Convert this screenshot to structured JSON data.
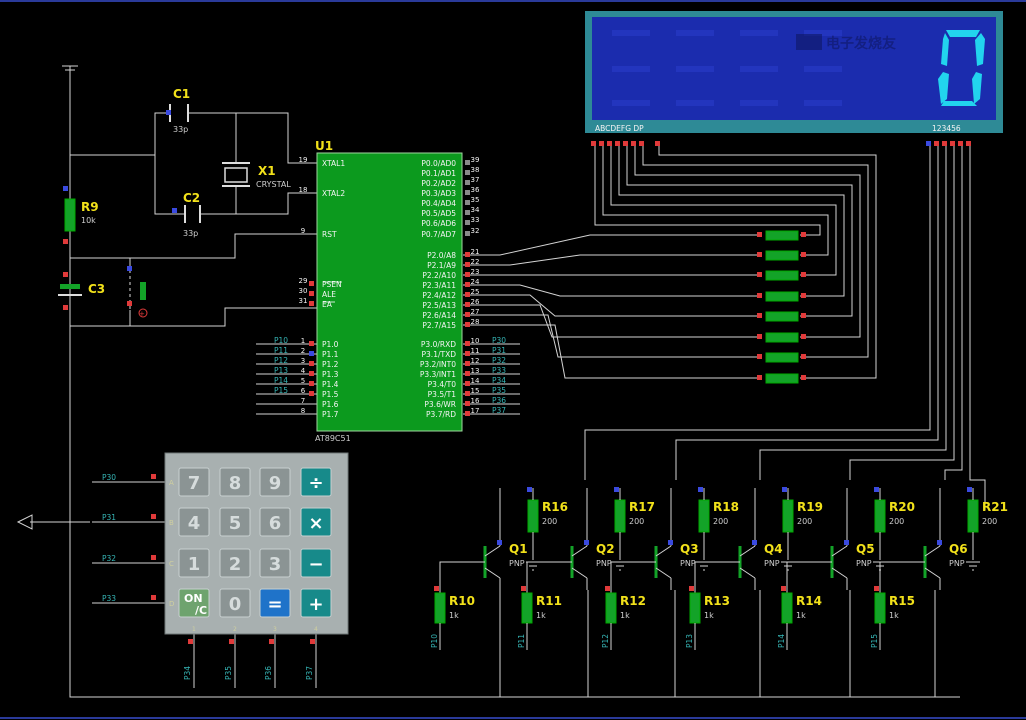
{
  "display": {
    "segment_labels": "ABCDEFG  DP",
    "digit_labels": "123456",
    "shown_digit": "0",
    "lit_color": "#22d4ee",
    "panel_color": "#1b2cae"
  },
  "mcu": {
    "ref": "U1",
    "model": "AT89C51",
    "left_pins": [
      {
        "num": "19",
        "name": "XTAL1"
      },
      {
        "num": "18",
        "name": "XTAL2"
      },
      {
        "num": "9",
        "name": "RST"
      },
      {
        "num": "29",
        "name": "PSEN"
      },
      {
        "num": "30",
        "name": "ALE"
      },
      {
        "num": "31",
        "name": "EA"
      },
      {
        "num": "1",
        "name": "P1.0",
        "net": "P10"
      },
      {
        "num": "2",
        "name": "P1.1",
        "net": "P11"
      },
      {
        "num": "3",
        "name": "P1.2",
        "net": "P12"
      },
      {
        "num": "4",
        "name": "P1.3",
        "net": "P13"
      },
      {
        "num": "5",
        "name": "P1.4",
        "net": "P14"
      },
      {
        "num": "6",
        "name": "P1.5",
        "net": "P15"
      },
      {
        "num": "7",
        "name": "P1.6",
        "net": ""
      },
      {
        "num": "8",
        "name": "P1.7",
        "net": ""
      }
    ],
    "right_pins": [
      {
        "num": "39",
        "name": "P0.0/AD0"
      },
      {
        "num": "38",
        "name": "P0.1/AD1"
      },
      {
        "num": "37",
        "name": "P0.2/AD2"
      },
      {
        "num": "36",
        "name": "P0.3/AD3"
      },
      {
        "num": "35",
        "name": "P0.4/AD4"
      },
      {
        "num": "34",
        "name": "P0.5/AD5"
      },
      {
        "num": "33",
        "name": "P0.6/AD6"
      },
      {
        "num": "32",
        "name": "P0.7/AD7"
      },
      {
        "num": "21",
        "name": "P2.0/A8"
      },
      {
        "num": "22",
        "name": "P2.1/A9"
      },
      {
        "num": "23",
        "name": "P2.2/A10"
      },
      {
        "num": "24",
        "name": "P2.3/A11"
      },
      {
        "num": "25",
        "name": "P2.4/A12"
      },
      {
        "num": "26",
        "name": "P2.5/A13"
      },
      {
        "num": "27",
        "name": "P2.6/A14"
      },
      {
        "num": "28",
        "name": "P2.7/A15"
      },
      {
        "num": "10",
        "name": "P3.0/RXD",
        "net": "P30"
      },
      {
        "num": "11",
        "name": "P3.1/TXD",
        "net": "P31"
      },
      {
        "num": "12",
        "name": "P3.2/INT0",
        "net": "P32"
      },
      {
        "num": "13",
        "name": "P3.3/INT1",
        "net": "P33"
      },
      {
        "num": "14",
        "name": "P3.4/T0",
        "net": "P34"
      },
      {
        "num": "15",
        "name": "P3.5/T1",
        "net": "P35"
      },
      {
        "num": "16",
        "name": "P3.6/WR",
        "net": "P36"
      },
      {
        "num": "17",
        "name": "P3.7/RD",
        "net": "P37"
      }
    ]
  },
  "parts": {
    "C1": {
      "ref": "C1",
      "value": "33p"
    },
    "C2": {
      "ref": "C2",
      "value": "33p"
    },
    "X1": {
      "ref": "X1",
      "value": "CRYSTAL"
    },
    "R9": {
      "ref": "R9",
      "value": "10k"
    },
    "C3": {
      "ref": "C3"
    }
  },
  "resistor_bank_count": 8,
  "drivers": [
    {
      "q": "Q1",
      "type": "PNP",
      "rb": "R10",
      "rb_value": "1k",
      "rc": "R16",
      "rc_value": "200",
      "base_net": "P10"
    },
    {
      "q": "Q2",
      "type": "PNP",
      "rb": "R11",
      "rb_value": "1k",
      "rc": "R17",
      "rc_value": "200",
      "base_net": "P11"
    },
    {
      "q": "Q3",
      "type": "PNP",
      "rb": "R12",
      "rb_value": "1k",
      "rc": "R18",
      "rc_value": "200",
      "base_net": "P12"
    },
    {
      "q": "Q4",
      "type": "PNP",
      "rb": "R13",
      "rb_value": "1k",
      "rc": "R19",
      "rc_value": "200",
      "base_net": "P13"
    },
    {
      "q": "Q5",
      "type": "PNP",
      "rb": "R14",
      "rb_value": "1k",
      "rc": "R20",
      "rc_value": "200",
      "base_net": "P14"
    },
    {
      "q": "Q6",
      "type": "PNP",
      "rb": "R15",
      "rb_value": "1k",
      "rc": "R21",
      "rc_value": "200",
      "base_net": "P15"
    }
  ],
  "keypad": {
    "keys": [
      {
        "label": "7",
        "kind": "digit"
      },
      {
        "label": "8",
        "kind": "digit"
      },
      {
        "label": "9",
        "kind": "digit"
      },
      {
        "label": "÷",
        "kind": "op"
      },
      {
        "label": "4",
        "kind": "digit"
      },
      {
        "label": "5",
        "kind": "digit"
      },
      {
        "label": "6",
        "kind": "digit"
      },
      {
        "label": "×",
        "kind": "op"
      },
      {
        "label": "1",
        "kind": "digit"
      },
      {
        "label": "2",
        "kind": "digit"
      },
      {
        "label": "3",
        "kind": "digit"
      },
      {
        "label": "−",
        "kind": "op"
      },
      {
        "label": "ON/C",
        "kind": "on"
      },
      {
        "label": "0",
        "kind": "digit"
      },
      {
        "label": "=",
        "kind": "eq"
      },
      {
        "label": "+",
        "kind": "op"
      }
    ],
    "row_letters": [
      "A",
      "B",
      "C",
      "D"
    ],
    "row_nets": [
      "P30",
      "P31",
      "P32",
      "P33"
    ],
    "col_letters": [
      "1",
      "2",
      "3",
      "4"
    ],
    "col_nets": [
      "P34",
      "P35",
      "P36",
      "P37"
    ],
    "colors": {
      "digit": "#8b9494",
      "op": "#178a8a",
      "on": "#6ea36e",
      "eq": "#1f73c9"
    }
  }
}
